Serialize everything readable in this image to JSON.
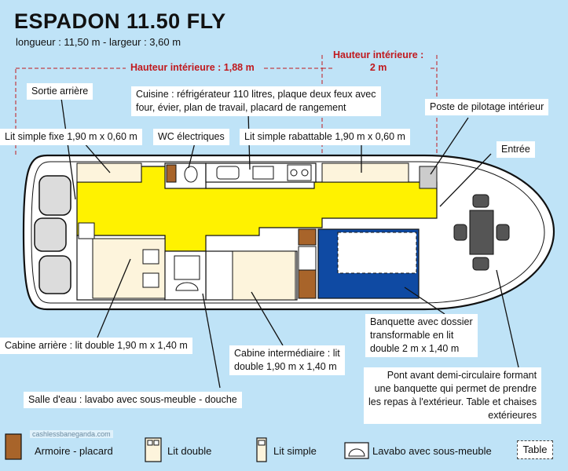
{
  "title": "ESPADON 11.50 FLY",
  "subtitle": "longueur : 11,50 m - largeur : 3,60 m",
  "heights": {
    "left": "Hauteur intérieure : 1,88 m",
    "right_line1": "Hauteur intérieure :",
    "right_line2": "2 m"
  },
  "labels": {
    "sortie": "Sortie arrière",
    "cuisine_1": "Cuisine : réfrigérateur 110 litres, plaque deux feux avec",
    "cuisine_2": "four, évier, plan de travail, placard de rangement",
    "poste": "Poste de pilotage intérieur",
    "lit_fixe": "Lit simple fixe 1,90 m x 0,60 m",
    "wc": "WC électriques",
    "lit_rabattable": "Lit simple rabattable 1,90 m x 0,60 m",
    "entree": "Entrée",
    "banquette_1": "Banquette avec dossier",
    "banquette_2": "transformable en lit",
    "banquette_3": "double 2 m x 1,40 m",
    "cabine_arriere": "Cabine arrière : lit double 1,90 m x 1,40 m",
    "cabine_inter_1": "Cabine intermédiaire : lit",
    "cabine_inter_2": "double 1,90 m x 1,40 m",
    "pont_1": "Pont avant demi-circulaire formant",
    "pont_2": "une banquette qui permet de prendre",
    "pont_3": "les repas à l'extérieur. Table et chaises",
    "pont_4": "extérieures",
    "salle": "Salle d'eau :  lavabo avec sous-meuble - douche"
  },
  "legend": {
    "armoire": "Armoire - placard",
    "lit_double": "Lit double",
    "lit_simple": "Lit simple",
    "lavabo": "Lavabo avec sous-meuble",
    "table": "Table"
  },
  "watermark": "cashlessbaneganda.com",
  "colors": {
    "background": "#bfe3f7",
    "hull": "#ffffff",
    "floor": "#fff200",
    "salon": "#0f4aa3",
    "wardrobe": "#a8642a",
    "accent_red": "#c0191e"
  }
}
